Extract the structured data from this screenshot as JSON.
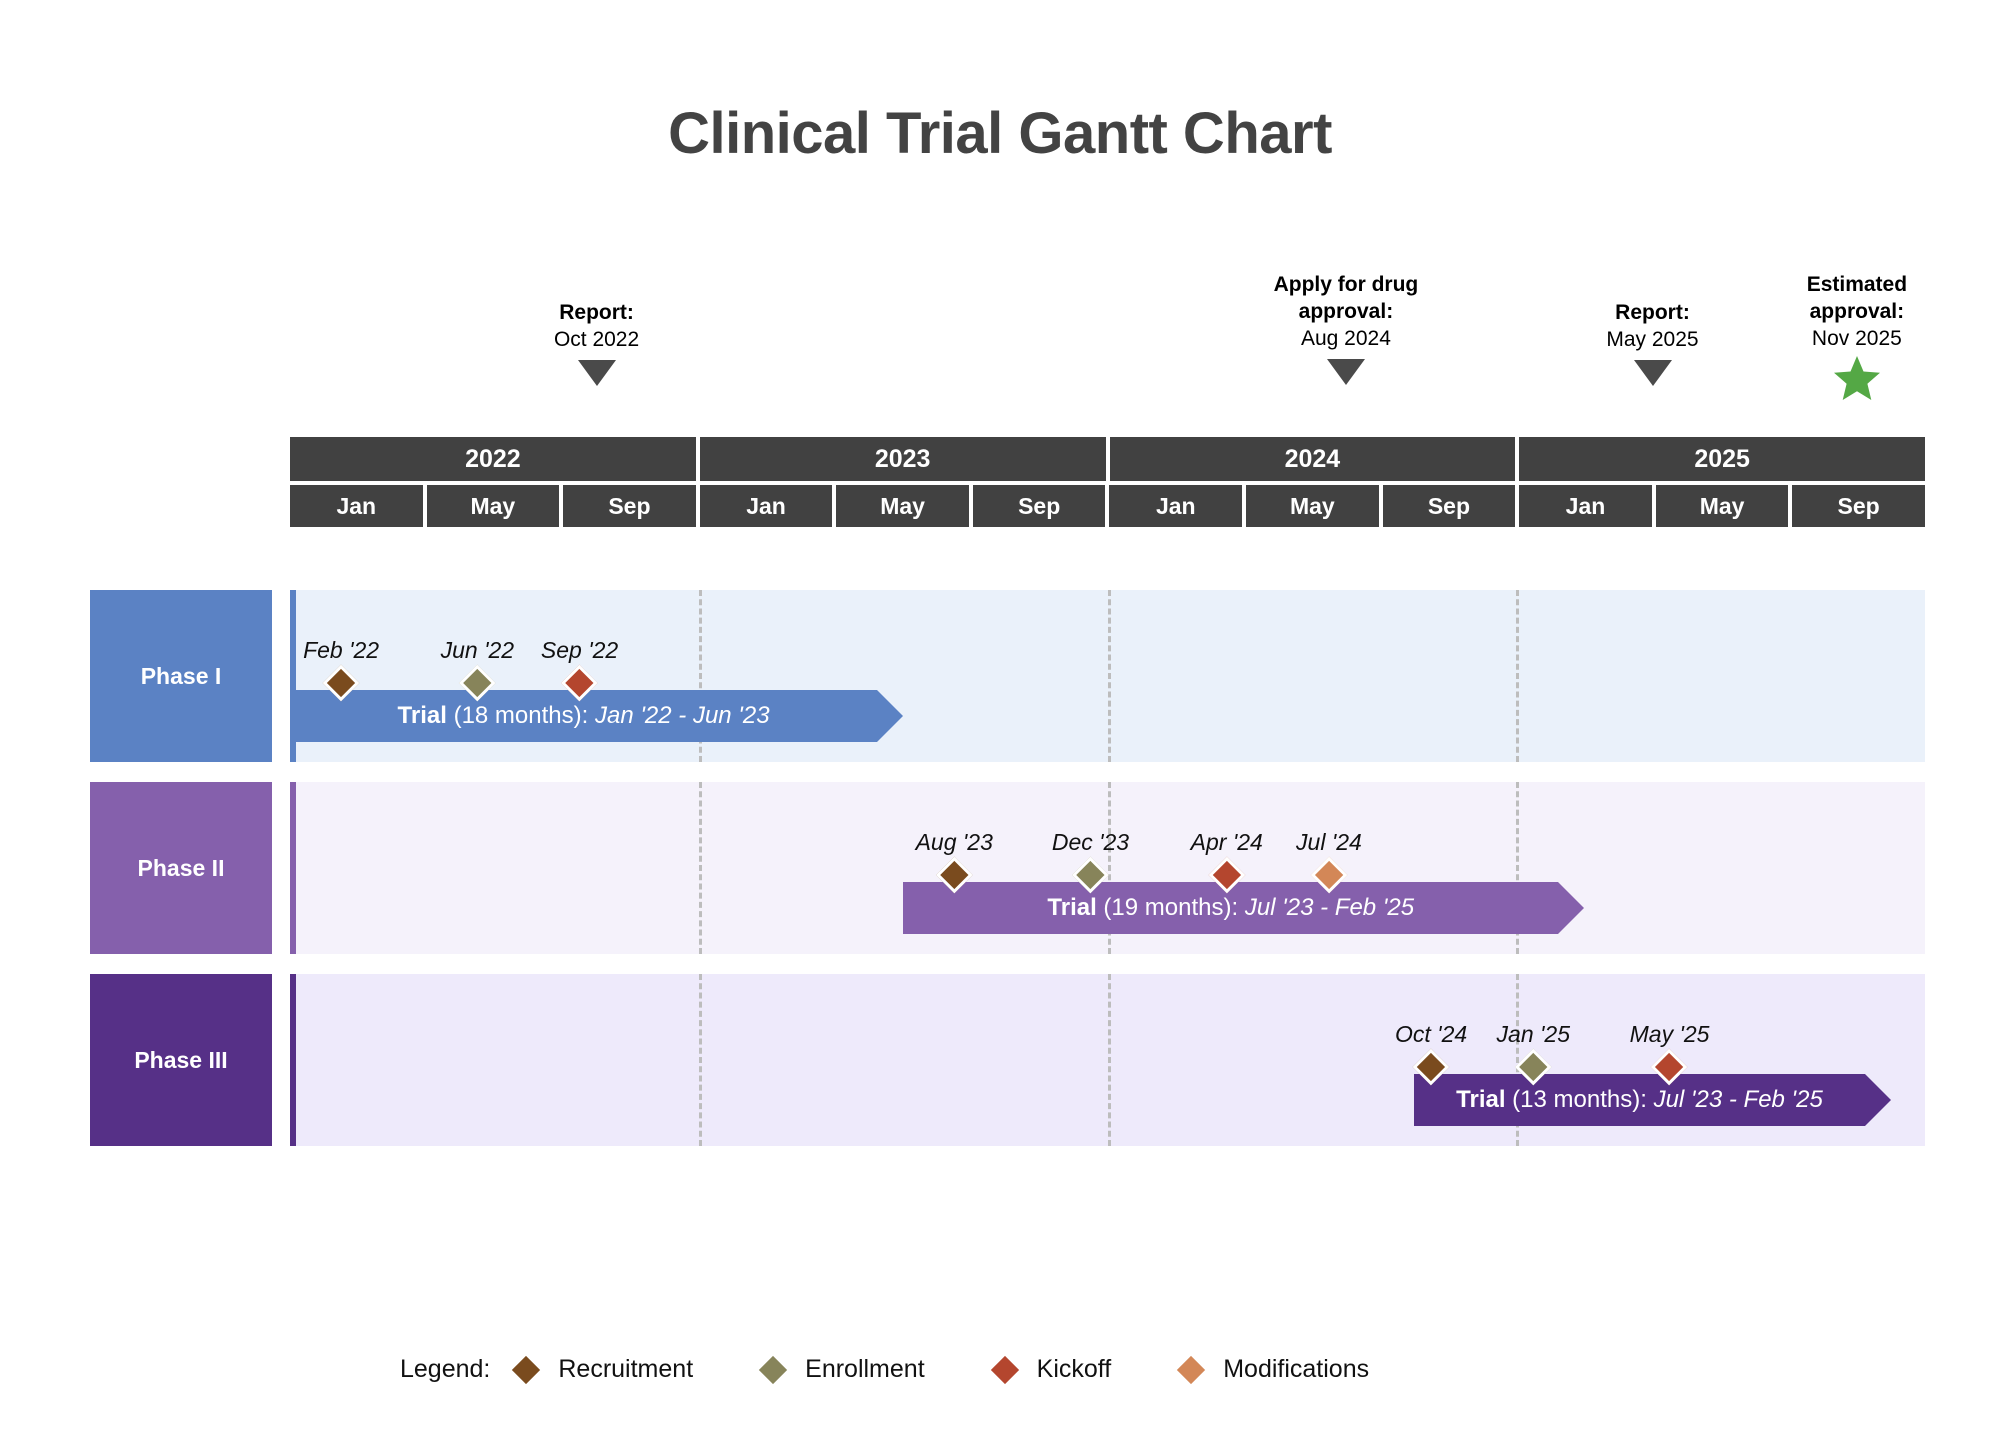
{
  "chart_data": {
    "type": "bar",
    "title": "Clinical Trial Gantt Chart",
    "subtype": "gantt",
    "xlabel": "",
    "ylabel": "",
    "axis": {
      "years": [
        "2022",
        "2023",
        "2024",
        "2025"
      ],
      "months_per_year": [
        "Jan",
        "May",
        "Sep"
      ],
      "range_start": "Jan 2022",
      "range_end": "Dec 2025",
      "grid": "dashed vertical at year boundaries"
    },
    "categories": [
      "Phase I",
      "Phase II",
      "Phase III"
    ],
    "tasks": [
      {
        "name": "Phase I",
        "bar_label_bold": "Trial",
        "bar_label_mid": " (18 months): ",
        "bar_label_italic": "Jan '22 - Jun '23",
        "duration_months": 18,
        "start": "Jan 2022",
        "end": "Jun 2023",
        "color": "#5b82c4",
        "track_color": "#eaf1fa",
        "milestones": [
          {
            "label": "Feb '22",
            "type": "Recruitment",
            "color": "#7a4b1e"
          },
          {
            "label": "Jun '22",
            "type": "Enrollment",
            "color": "#87845a"
          },
          {
            "label": "Sep '22",
            "type": "Kickoff",
            "color": "#b4462e"
          }
        ]
      },
      {
        "name": "Phase II",
        "bar_label_bold": "Trial",
        "bar_label_mid": " (19 months): ",
        "bar_label_italic": "Jul '23 - Feb '25",
        "duration_months": 19,
        "start": "Jul 2023",
        "end": "Feb 2025",
        "color": "#8560ac",
        "track_color": "#f5f2fb",
        "milestones": [
          {
            "label": "Aug '23",
            "type": "Recruitment",
            "color": "#7a4b1e"
          },
          {
            "label": "Dec '23",
            "type": "Enrollment",
            "color": "#87845a"
          },
          {
            "label": "Apr '24",
            "type": "Kickoff",
            "color": "#b4462e"
          },
          {
            "label": "Jul '24",
            "type": "Modifications",
            "color": "#d38757"
          }
        ]
      },
      {
        "name": "Phase III",
        "bar_label_bold": "Trial",
        "bar_label_mid": " (13 months): ",
        "bar_label_italic": "Jul '23 - Feb '25",
        "duration_months": 13,
        "start": "Jul 2023",
        "end": "Feb 2025",
        "color": "#563087",
        "track_color": "#eeeafb",
        "milestones": [
          {
            "label": "Oct '24",
            "type": "Recruitment",
            "color": "#7a4b1e"
          },
          {
            "label": "Jan '25",
            "type": "Enrollment",
            "color": "#87845a"
          },
          {
            "label": "May '25",
            "type": "Kickoff",
            "color": "#b4462e"
          }
        ]
      }
    ],
    "annotations": [
      {
        "label": "Report",
        "date": "Oct 2022",
        "marker": "triangle",
        "color": "#4a4a4a"
      },
      {
        "label": "Apply for drug\napproval",
        "date": "Aug 2024",
        "marker": "triangle",
        "color": "#4a4a4a"
      },
      {
        "label": "Report",
        "date": "May 2025",
        "marker": "triangle",
        "color": "#4a4a4a"
      },
      {
        "label": "Estimated\napproval",
        "date": "Nov 2025",
        "marker": "star",
        "color": "#54a845"
      }
    ],
    "legend": {
      "position": "bottom",
      "title": "Legend:",
      "entries": [
        {
          "label": "Recruitment",
          "color": "#7a4b1e"
        },
        {
          "label": "Enrollment",
          "color": "#87845a"
        },
        {
          "label": "Kickoff",
          "color": "#b4462e"
        },
        {
          "label": "Modifications",
          "color": "#d38757"
        }
      ]
    }
  },
  "title": "Clinical Trial Gantt Chart",
  "annotations": [
    {
      "label": "Report:",
      "date": "Oct 2022"
    },
    {
      "label_line1": "Apply for drug",
      "label_line2": "approval:",
      "date": "Aug 2024"
    },
    {
      "label": "Report:",
      "date": "May 2025"
    },
    {
      "label_line1": "Estimated",
      "label_line2": "approval:",
      "date": "Nov 2025"
    }
  ],
  "timeline": {
    "years": [
      "2022",
      "2023",
      "2024",
      "2025"
    ],
    "months": [
      "Jan",
      "May",
      "Sep",
      "Jan",
      "May",
      "Sep",
      "Jan",
      "May",
      "Sep",
      "Jan",
      "May",
      "Sep"
    ]
  },
  "rows": [
    {
      "name": "Phase I",
      "bar_bold": "Trial",
      "bar_mid": " (18 months): ",
      "bar_italic": "Jan '22 - Jun '23",
      "milestones": [
        {
          "label": "Feb '22"
        },
        {
          "label": "Jun '22"
        },
        {
          "label": "Sep '22"
        }
      ]
    },
    {
      "name": "Phase II",
      "bar_bold": "Trial",
      "bar_mid": " (19 months): ",
      "bar_italic": "Jul '23 - Feb '25",
      "milestones": [
        {
          "label": "Aug '23"
        },
        {
          "label": "Dec '23"
        },
        {
          "label": "Apr '24"
        },
        {
          "label": "Jul '24"
        }
      ]
    },
    {
      "name": "Phase III",
      "bar_bold": "Trial",
      "bar_mid": " (13 months): ",
      "bar_italic": "Jul '23 - Feb '25",
      "milestones": [
        {
          "label": "Oct '24"
        },
        {
          "label": "Jan '25"
        },
        {
          "label": "May '25"
        }
      ]
    }
  ],
  "legend": {
    "title": "Legend:",
    "items": [
      {
        "label": "Recruitment"
      },
      {
        "label": "Enrollment"
      },
      {
        "label": "Kickoff"
      },
      {
        "label": "Modifications"
      }
    ]
  },
  "colors": {
    "title": "#434343",
    "header_cell": "#414141",
    "phase1": "#5b82c4",
    "phase2": "#8560ac",
    "phase3": "#563087",
    "phase1_track": "#eaf1fa",
    "phase2_track": "#f5f2fb",
    "phase3_track": "#eeeafb",
    "recruitment": "#7a4b1e",
    "enrollment": "#87845a",
    "kickoff": "#b4462e",
    "modifications": "#d38757",
    "marker": "#4a4a4a",
    "star": "#54a845",
    "gridline": "#bdbdbd"
  }
}
